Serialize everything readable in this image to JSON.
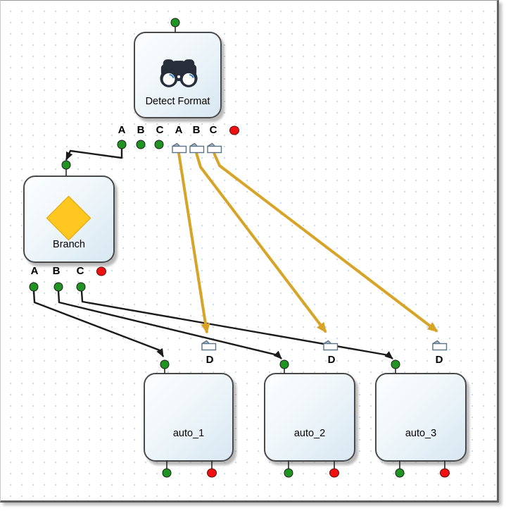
{
  "canvas": {
    "description": "dataflow designer canvas with dotted grid"
  },
  "colors": {
    "grid_dot": "#c6ddef",
    "connector_record": "#1b1b1b",
    "connector_file": "#d7a427",
    "port_ok": "#1f9421",
    "port_error": "#f01010",
    "node_border": "#4a4a4a",
    "diamond": "#ffc71f"
  },
  "nodes": {
    "detect_format": {
      "label": "Detect Format",
      "icon": "binoculars-icon",
      "record_ports": [
        "A",
        "B",
        "C"
      ],
      "file_ports": [
        "A",
        "B",
        "C"
      ]
    },
    "branch": {
      "label": "Branch",
      "icon": "diamond-icon",
      "record_ports": [
        "A",
        "B",
        "C"
      ]
    },
    "autos": [
      {
        "label": "auto_1",
        "file_port": "D"
      },
      {
        "label": "auto_2",
        "file_port": "D"
      },
      {
        "label": "auto_3",
        "file_port": "D"
      }
    ]
  },
  "connections": [
    {
      "from": "Detect Format.A",
      "to": "Branch.input",
      "type": "record"
    },
    {
      "from": "Branch.A",
      "to": "auto_1.input",
      "type": "record"
    },
    {
      "from": "Branch.B",
      "to": "auto_2.input",
      "type": "record"
    },
    {
      "from": "Branch.C",
      "to": "auto_3.input",
      "type": "record"
    },
    {
      "from": "Detect Format.A.file",
      "to": "auto_1.D",
      "type": "file"
    },
    {
      "from": "Detect Format.B.file",
      "to": "auto_2.D",
      "type": "file"
    },
    {
      "from": "Detect Format.C.file",
      "to": "auto_3.D",
      "type": "file"
    }
  ]
}
